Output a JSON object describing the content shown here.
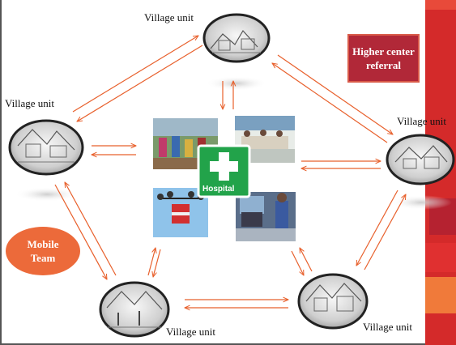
{
  "nodes": {
    "top": "Village unit",
    "left": "Village unit",
    "right": "Village unit",
    "bottom_left": "Village unit",
    "bottom_right": "Village unit"
  },
  "referral_box": "Higher center\nreferral",
  "mobile_team": "Mobile\nTeam",
  "hospital_label": "Hospital",
  "colors": {
    "arrow": "#e8602c",
    "side_bar": "#d42a2a",
    "side_bar_accent": "#f07a3a",
    "referral_fill": "#b12838",
    "referral_border": "#d95b4a",
    "mobile_fill": "#ec6a3a",
    "hospital_green": "#22a34a"
  }
}
